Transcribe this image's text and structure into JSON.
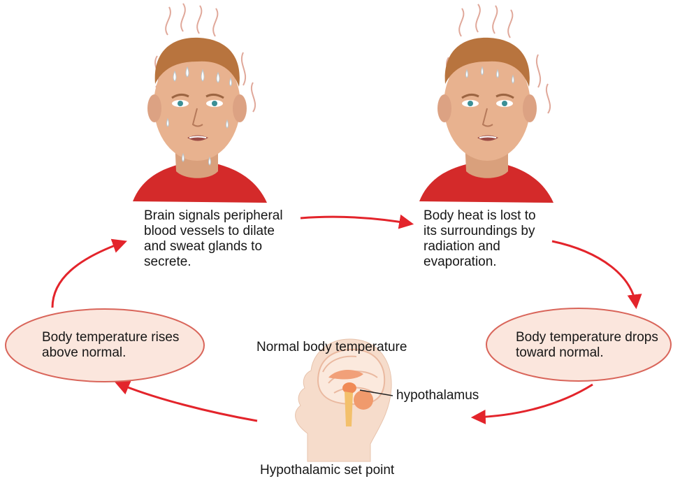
{
  "diagram": {
    "step_top_left": "Brain signals peripheral\nblood vessels to dilate\nand sweat glands to\nsecrete.",
    "step_top_right": "Body heat is lost to\nits surroundings by\nradiation and\nevaporation.",
    "oval_left": "Body temperature rises\nabove normal.",
    "oval_right": "Body temperature drops\ntoward normal.",
    "center_top": "Normal body temperature",
    "center_bottom": "Hypothalamic set point",
    "brain_callout": "hypothalamus"
  },
  "colors": {
    "arrow": "#e3242b",
    "oval_fill": "#fbe6dd",
    "oval_stroke": "#d9655a",
    "shirt": "#d42a2a",
    "skin": "#e8b28f",
    "hair": "#b8743e",
    "head_silhouette": "#f6dccb",
    "brain": "#f1a079"
  },
  "icons": [
    "sweating-face-left",
    "sweating-face-right",
    "head-brain-icon"
  ]
}
